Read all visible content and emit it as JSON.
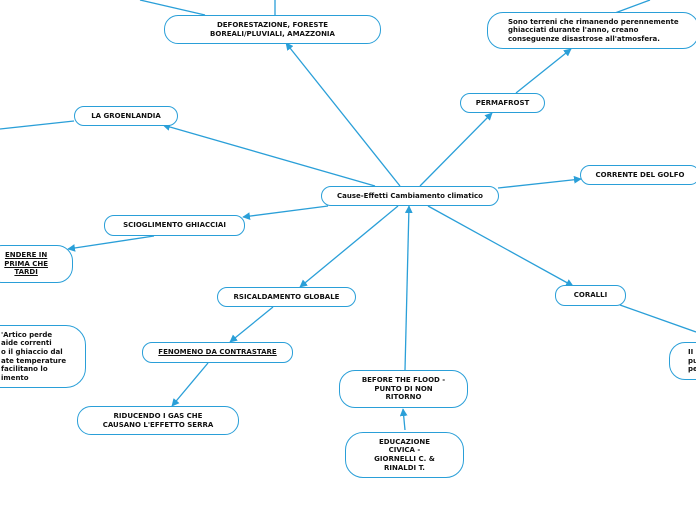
{
  "theme": {
    "line_color": "#2a9fd8",
    "border_color": "#2a9fd8",
    "text_color": "#111111"
  },
  "nodes": {
    "central": "Cause-Effetti Cambiamento climatico",
    "deforestazione": "DEFORESTAZIONE, FORESTE\nBOREALI/PLUVIALI, AMAZZONIA",
    "permafrost_desc": "Sono terreni che rimanendo perennemente\nghiacciati durante l'anno, creano\nconseguenze disastrose all'atmosfera.",
    "permafrost": "PERMAFROST",
    "groenlandia": "LA GROENLANDIA",
    "corrente_golfo": "CORRENTE DEL GOLFO",
    "scioglimento": "SCIOGLIMENTO GHIACCIAI",
    "tendere": "ENDERE IN\nPRIMA CHE\nTARDI",
    "riscaldamento": "RSICALDAMENTO GLOBALE",
    "corralli": "CORALLI",
    "artico": "'Artico perde\naide correnti\no il ghiaccio dal\nate temperature\nfacilitano lo\nimento",
    "fenomeno": "FENOMENO DA CONTRASTARE",
    "before_flood": "BEFORE THE FLOOD -\nPUNTO DI NON\nRITORNO",
    "coralli_right": "II\npu\npe",
    "riducendo": "RIDUCENDO I GAS CHE\nCAUSANO  L'EFFETTO SERRA",
    "educazione": "EDUCAZIONE\nCIVICA -\nGIORNELLI C. &\nRINALDI T."
  }
}
